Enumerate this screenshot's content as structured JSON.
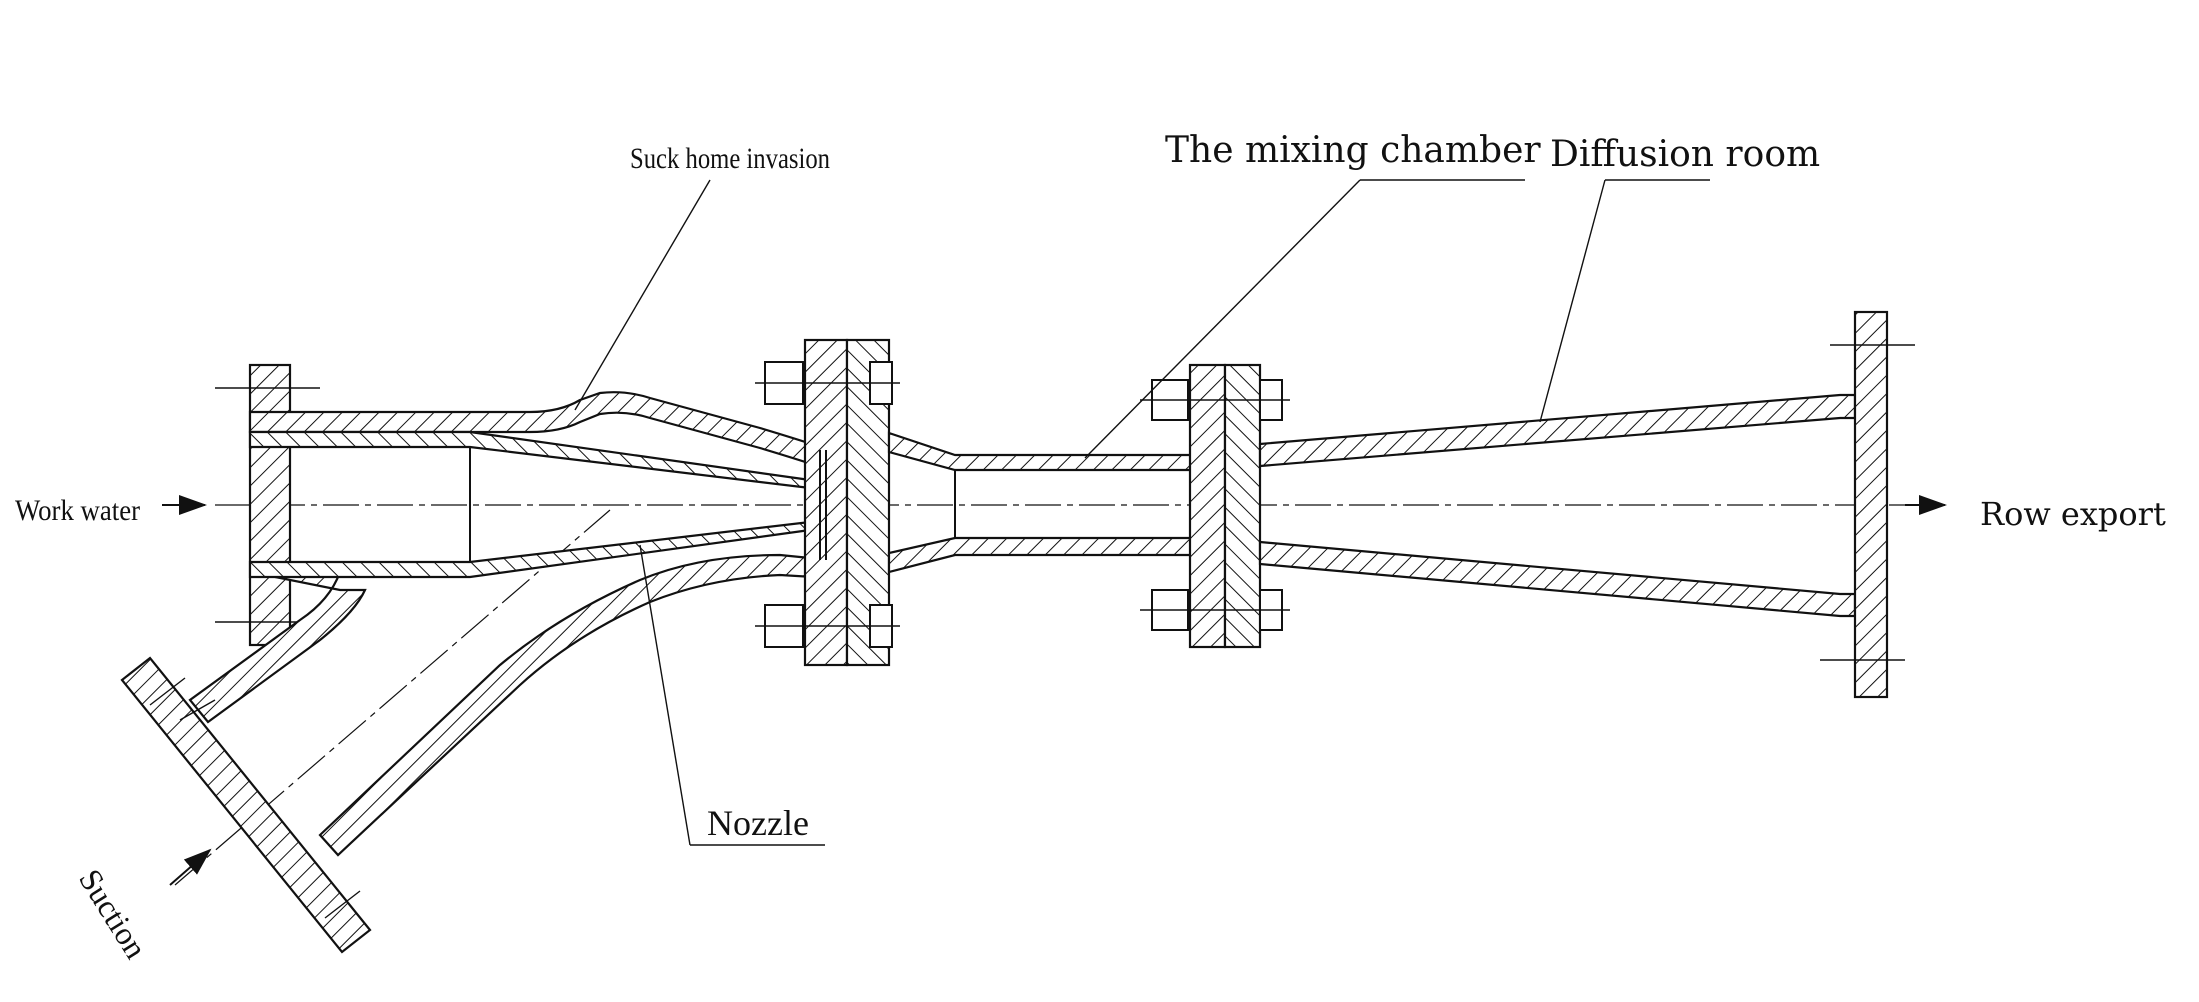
{
  "labels": {
    "suck_home_invasion": "Suck home invasion",
    "mixing_chamber": "The mixing chamber",
    "diffusion_room": "Diffusion room",
    "work_water": "Work water",
    "row_export": "Row export",
    "nozzle": "Nozzle",
    "suction": "Suction"
  },
  "colors": {
    "line": "#111111",
    "background": "#ffffff"
  }
}
